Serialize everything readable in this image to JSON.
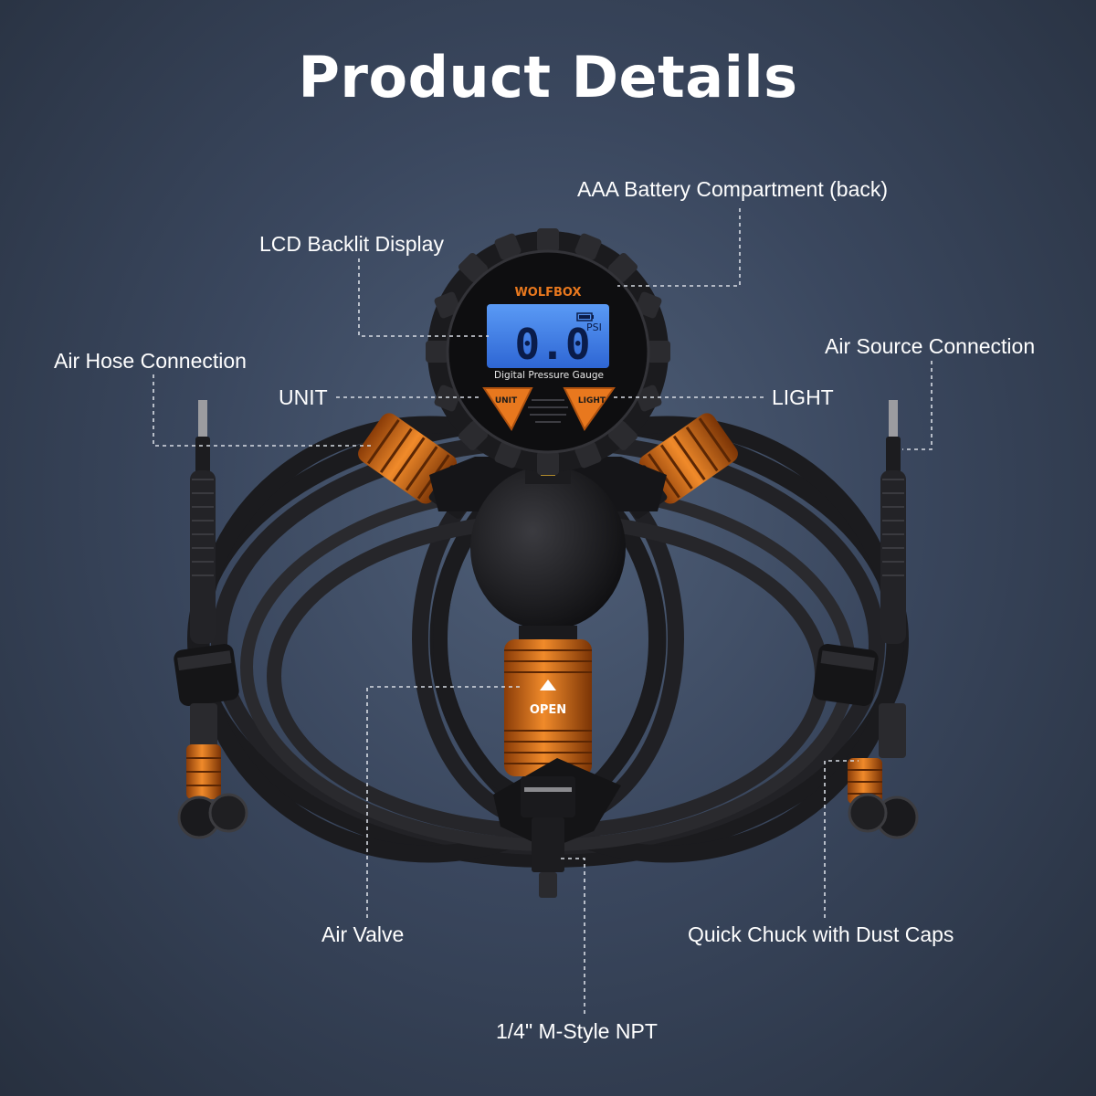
{
  "title": "Product Details",
  "labels": {
    "battery": "AAA Battery Compartment (back)",
    "lcd": "LCD Backlit Display",
    "air_hose": "Air Hose Connection",
    "air_source": "Air Source Connection",
    "unit": "UNIT",
    "light": "LIGHT",
    "air_valve": "Air Valve",
    "quick_chuck": "Quick Chuck with Dust Caps",
    "npt": "1/4\" M-Style NPT"
  },
  "gauge": {
    "brand": "WOLFBOX",
    "reading": "0.0",
    "unit": "PSI",
    "caption": "Digital Pressure Gauge",
    "unit_button": "UNIT",
    "light_button": "LIGHT",
    "valve_text": "OPEN"
  },
  "colors": {
    "accent_orange": "#e8781e",
    "lcd_blue": "#3f7fe6",
    "hose": "#1b1b1e"
  }
}
